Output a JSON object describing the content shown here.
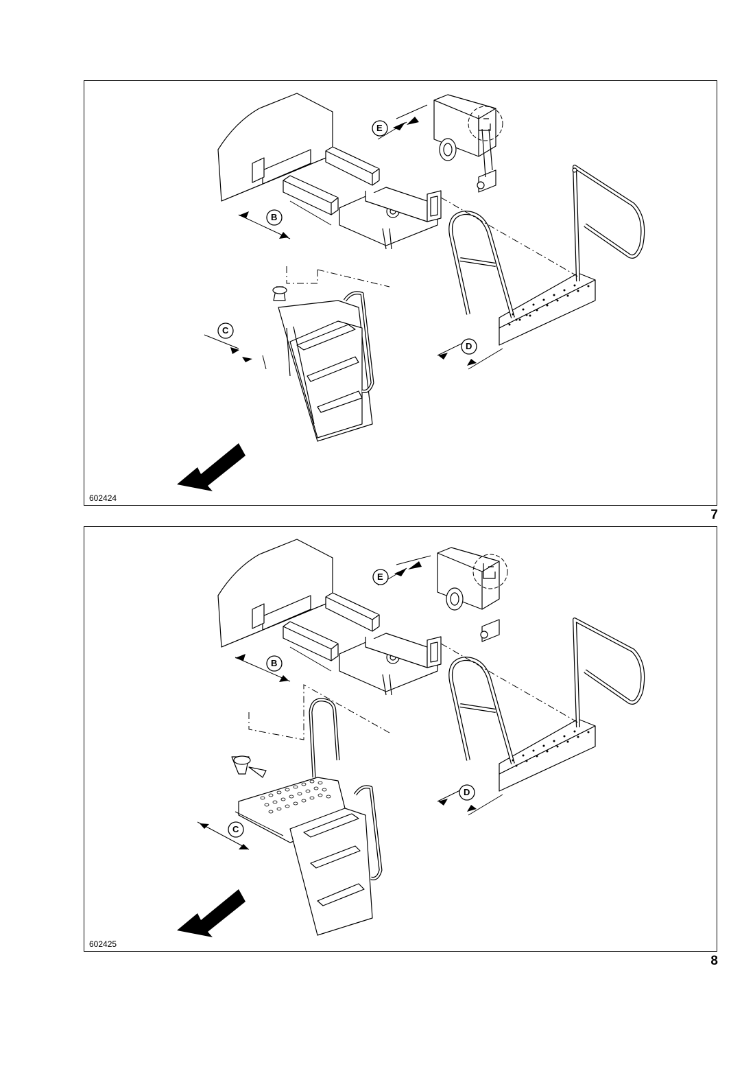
{
  "figures": [
    {
      "id": "602424",
      "number": "7",
      "callouts": [
        "E",
        "B",
        "C",
        "D"
      ]
    },
    {
      "id": "602425",
      "number": "8",
      "callouts": [
        "E",
        "B",
        "C",
        "D"
      ]
    }
  ],
  "icons": [
    "direction-arrow-icon"
  ]
}
